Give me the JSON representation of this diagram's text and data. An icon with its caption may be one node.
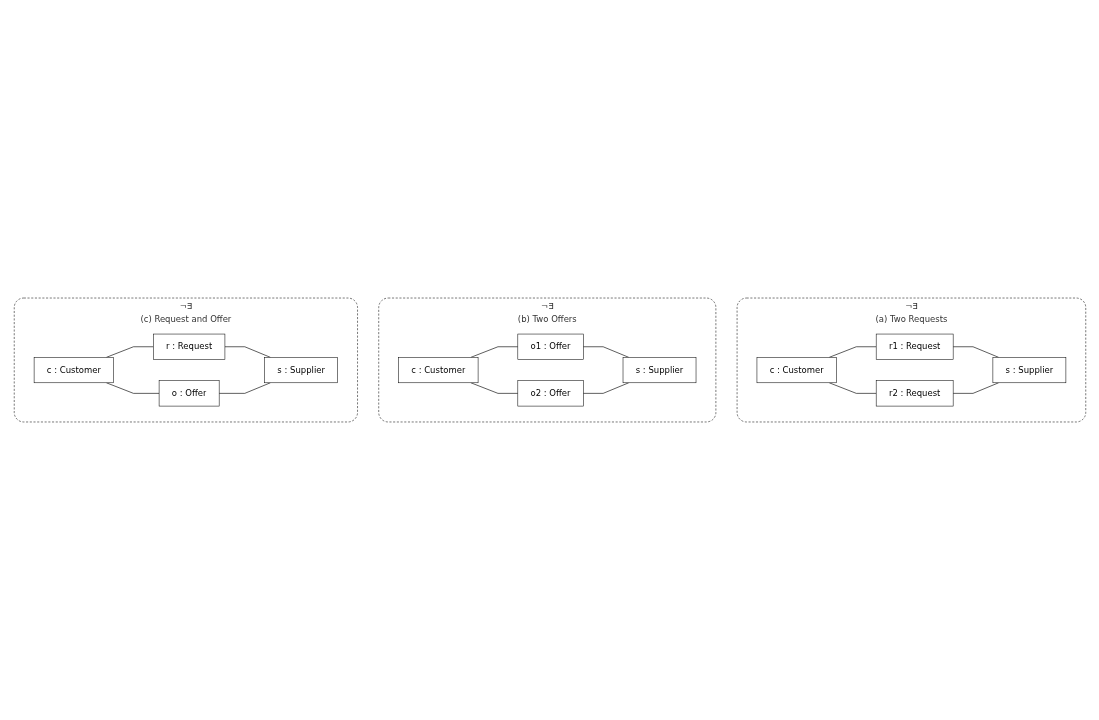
{
  "diagram": {
    "nodes": [
      {
        "text": [
          "¬∃",
          "(a) Two Requests"
        ]
      },
      {
        "text": [
          "r1 : Request"
        ],
        "in": 0
      },
      {
        "text": [
          "c : Customer"
        ],
        "in": 0
      },
      {
        "text": [
          "s : Supplier"
        ],
        "in": 0
      },
      {
        "text": [
          "r2 : Request"
        ],
        "in": 0
      },
      {
        "text": [
          "¬∃",
          "(b) Two Offers"
        ]
      },
      {
        "text": [
          "o1 : Offer"
        ],
        "in": 5
      },
      {
        "text": [
          "c : Customer"
        ],
        "in": 5
      },
      {
        "text": [
          "s : Supplier"
        ],
        "in": 5
      },
      {
        "text": [
          "o2 : Offer"
        ],
        "in": 5
      },
      {
        "text": [
          "¬∃",
          "(c) Request and Offer"
        ]
      },
      {
        "text": [
          "r : Request"
        ],
        "in": 10
      },
      {
        "text": [
          "c : Customer"
        ],
        "in": 10
      },
      {
        "text": [
          "s : Supplier"
        ],
        "in": 10
      },
      {
        "text": [
          "o : Offer"
        ],
        "in": 10
      }
    ],
    "edges": [
      {
        "from": 2,
        "to": 1,
        "arrow": "none"
      },
      {
        "from": 1,
        "to": 3,
        "arrow": "none"
      },
      {
        "from": 2,
        "to": 4,
        "arrow": "none"
      },
      {
        "from": 4,
        "to": 3,
        "arrow": "none"
      },
      {
        "from": 7,
        "to": 6,
        "arrow": "none"
      },
      {
        "from": 6,
        "to": 8,
        "arrow": "none"
      },
      {
        "from": 7,
        "to": 9,
        "arrow": "none"
      },
      {
        "from": 9,
        "to": 8,
        "arrow": "none"
      },
      {
        "from": 12,
        "to": 11,
        "arrow": "none"
      },
      {
        "from": 11,
        "to": 13,
        "arrow": "none"
      },
      {
        "from": 12,
        "to": 14,
        "arrow": "none"
      },
      {
        "from": 14,
        "to": 13,
        "arrow": "none"
      }
    ]
  }
}
